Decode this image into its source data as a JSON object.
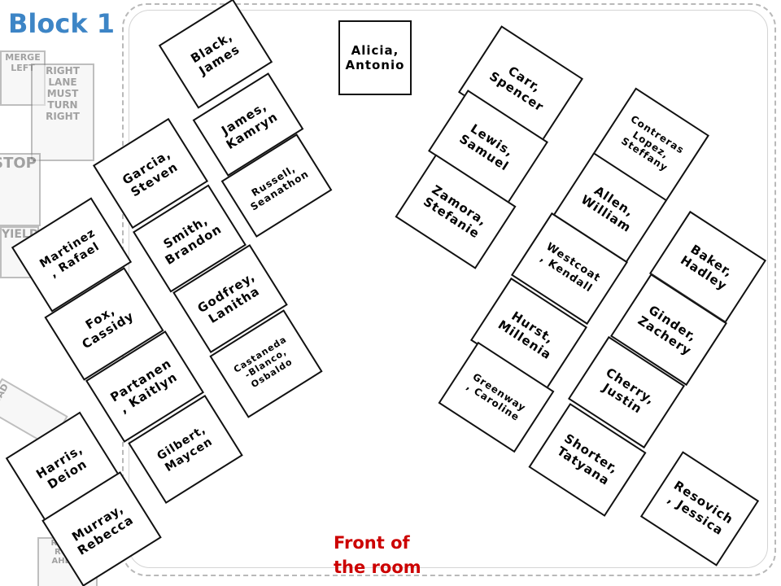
{
  "title": "Block 1",
  "front_label": "Front of\nthe room",
  "background_signs": [
    "MERGE LEFT",
    "RIGHT LANE MUST TURN RIGHT",
    "STOP",
    "YIELD",
    "ROAD",
    "ROUGH ROAD AHEAD"
  ],
  "students": [
    "Black,\nJames",
    "James,\nKamryn",
    "Russell,\nSeanathon",
    "Garcia,\nSteven",
    "Smith,\nBrandon",
    "Godfrey,\nLanitha",
    "Castaneda\n-Blanco,\nOsbaldo",
    "Martinez\n, Rafael",
    "Fox,\nCassidy",
    "Partanen\n, Kaitlyn",
    "Gilbert,\nMaycen",
    "Harris,\nDeion",
    "Murray,\nRebecca",
    "Alicia,\nAntonio",
    "Carr,\nSpencer",
    "Lewis,\nSamuel",
    "Zamora,\nStefanie",
    "Contreras\nLopez,\nSteffany",
    "Allen,\nWilliam",
    "Westcoat\n, Kendall",
    "Hurst,\nMillenia",
    "Greenway\n, Caroline",
    "Baker,\nHadley",
    "Ginder,\nZachery",
    "Cherry,\nJustin",
    "Shorter,\nTatyana",
    "Resovich\n, Jessica"
  ],
  "colors": {
    "title": "#3d85c6",
    "front_label": "#cc0000",
    "card_border": "#111111"
  }
}
